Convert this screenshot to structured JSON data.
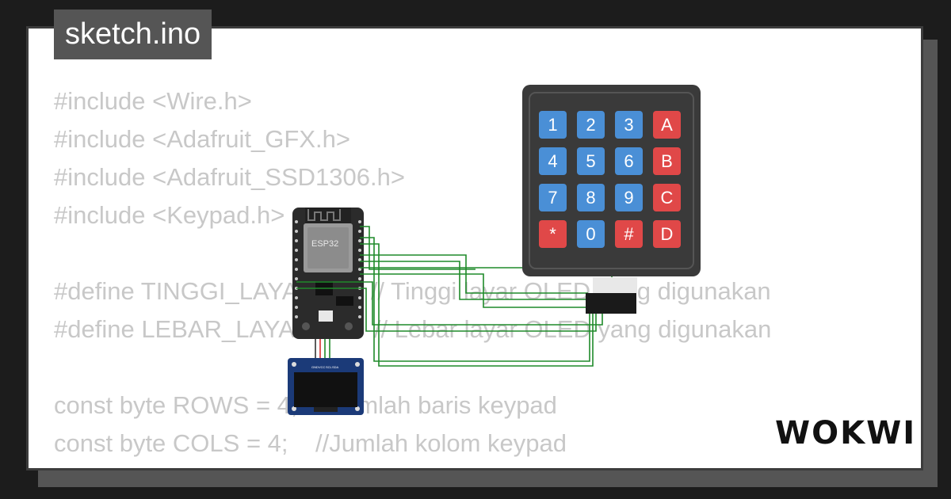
{
  "tab": {
    "title": "sketch.ino"
  },
  "code": {
    "lines": [
      "#include <Wire.h>",
      "#include <Adafruit_GFX.h>",
      "#include <Adafruit_SSD1306.h>",
      "#include <Keypad.h>",
      "",
      "#define TINGGI_LAYAR 64   // Tinggi layar OLED yang digunakan",
      "#define LEBAR_LAYAR 128  // Lebar layar OLED yang digunakan",
      "",
      "const byte ROWS = 4;   //Jumlah baris keypad",
      "const byte COLS = 4;    //Jumlah kolom keypad"
    ]
  },
  "esp32": {
    "label": "ESP32",
    "color": "#2b2b2b"
  },
  "oled": {
    "pin_labels": [
      "GND",
      "VCC",
      "SCL",
      "SDA"
    ],
    "color": "#1b3a78"
  },
  "keypad": {
    "keys": [
      [
        "1",
        "2",
        "3",
        "A"
      ],
      [
        "4",
        "5",
        "6",
        "B"
      ],
      [
        "7",
        "8",
        "9",
        "C"
      ],
      [
        "*",
        "0",
        "#",
        "D"
      ]
    ],
    "blue": "#4a8fd6",
    "red": "#e04848",
    "body": "#3a3a3a"
  },
  "wire_color": "#1f8a2a",
  "brand": {
    "logo": "WOKWI"
  }
}
